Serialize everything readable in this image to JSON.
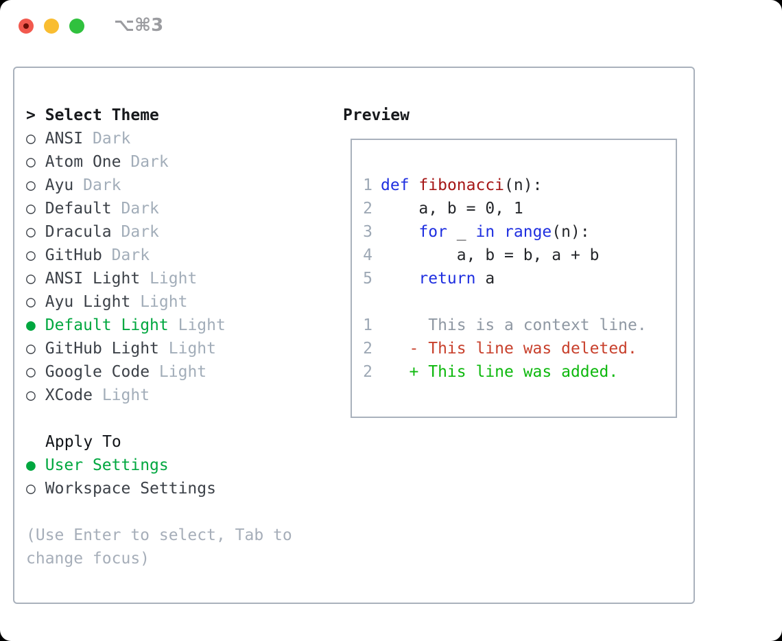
{
  "window": {
    "title": "⌥⌘3"
  },
  "colors": {
    "accent_green": "#00a73f",
    "diff_added_green": "#0db80d",
    "diff_deleted_red": "#c8402c",
    "keyword_blue": "#1f2fe0",
    "function_red": "#a51616",
    "muted_gray": "#a2adb9",
    "box_border_gray": "#a9b1bc"
  },
  "theme_selector": {
    "cursor": ">",
    "header": "Select Theme",
    "items": [
      {
        "name": "ANSI",
        "variant": "Dark",
        "selected": false
      },
      {
        "name": "Atom One",
        "variant": "Dark",
        "selected": false
      },
      {
        "name": "Ayu",
        "variant": "Dark",
        "selected": false
      },
      {
        "name": "Default",
        "variant": "Dark",
        "selected": false
      },
      {
        "name": "Dracula",
        "variant": "Dark",
        "selected": false
      },
      {
        "name": "GitHub",
        "variant": "Dark",
        "selected": false
      },
      {
        "name": "ANSI Light",
        "variant": "Light",
        "selected": false
      },
      {
        "name": "Ayu Light",
        "variant": "Light",
        "selected": false
      },
      {
        "name": "Default Light",
        "variant": "Light",
        "selected": true
      },
      {
        "name": "GitHub Light",
        "variant": "Light",
        "selected": false
      },
      {
        "name": "Google Code",
        "variant": "Light",
        "selected": false
      },
      {
        "name": "XCode",
        "variant": "Light",
        "selected": false
      }
    ],
    "bullet_empty": "○",
    "bullet_filled": "●"
  },
  "apply_to": {
    "header": "Apply To",
    "options": [
      {
        "label": "User Settings",
        "selected": true
      },
      {
        "label": "Workspace Settings",
        "selected": false
      }
    ]
  },
  "hint": {
    "line1": "(Use Enter to select, Tab to",
    "line2": "change focus)"
  },
  "preview": {
    "header": "Preview",
    "lines": [
      {
        "num": "1",
        "tokens": [
          [
            "def",
            "kw"
          ],
          [
            " ",
            "pl"
          ],
          [
            "fibonacci",
            "fn"
          ],
          [
            "(n):",
            "pl"
          ]
        ]
      },
      {
        "num": "2",
        "tokens": [
          [
            "    a, b = 0, 1",
            "pl"
          ]
        ]
      },
      {
        "num": "3",
        "tokens": [
          [
            "    ",
            "pl"
          ],
          [
            "for",
            "kw"
          ],
          [
            " _ ",
            "pl"
          ],
          [
            "in",
            "kw"
          ],
          [
            " ",
            "pl"
          ],
          [
            "range",
            "kw"
          ],
          [
            "(n):",
            "pl"
          ]
        ]
      },
      {
        "num": "4",
        "tokens": [
          [
            "        a, b = b, a + b",
            "pl"
          ]
        ]
      },
      {
        "num": "5",
        "tokens": [
          [
            "    ",
            "pl"
          ],
          [
            "return",
            "kw"
          ],
          [
            " a",
            "pl"
          ]
        ]
      },
      {
        "num": "",
        "tokens": []
      },
      {
        "num": "1",
        "tokens": [
          [
            "     This is a context line.",
            "ctx"
          ]
        ]
      },
      {
        "num": "2",
        "tokens": [
          [
            "   - This line was deleted.",
            "del"
          ]
        ]
      },
      {
        "num": "2",
        "tokens": [
          [
            "   + This line was added.",
            "add"
          ]
        ]
      }
    ]
  }
}
